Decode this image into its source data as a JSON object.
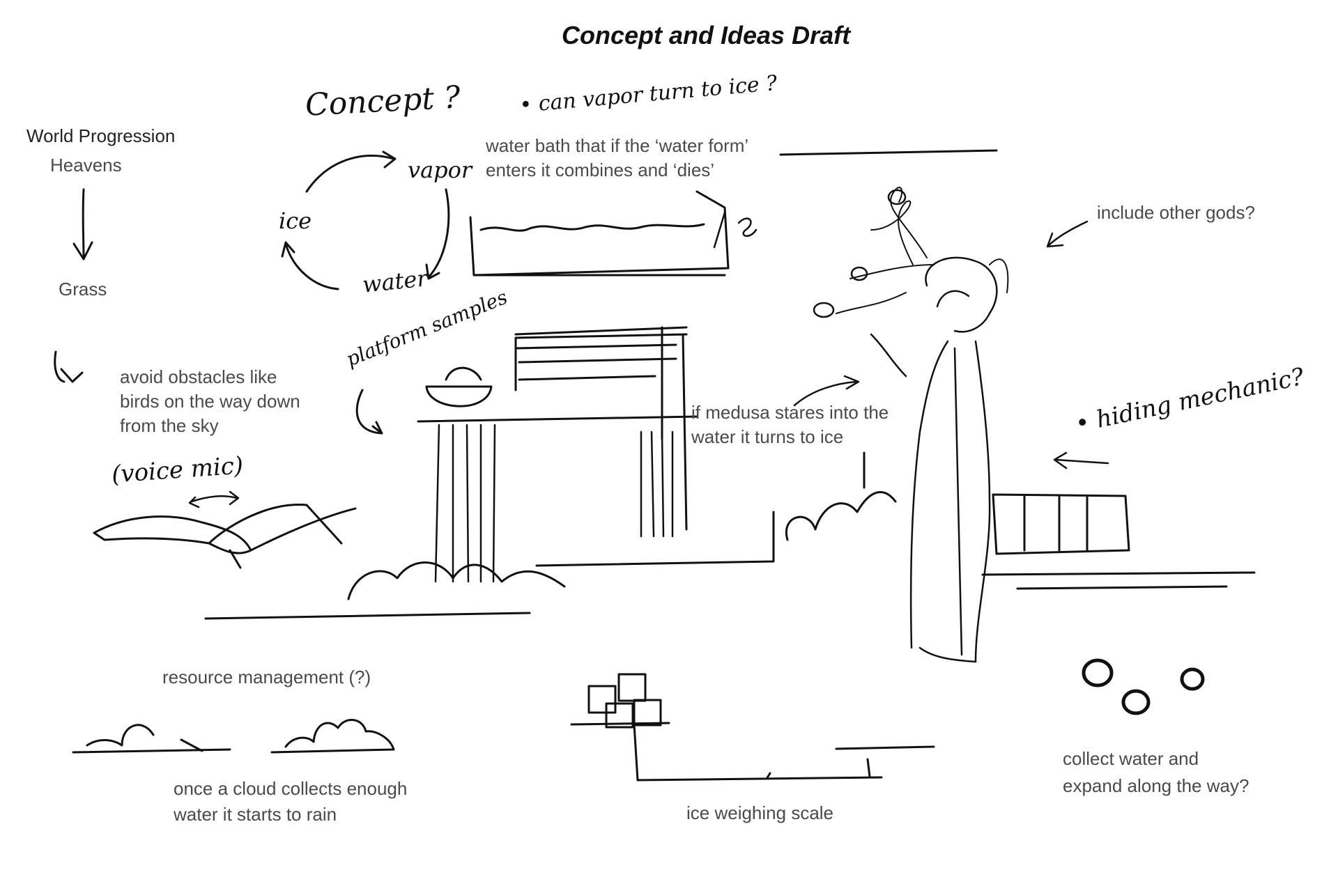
{
  "title": "Concept and Ideas Draft",
  "world_progression": {
    "heading": "World Progression",
    "stages": [
      "Heavens",
      "Grass"
    ]
  },
  "handwritten": {
    "concept": "Concept ?",
    "vapor_question": "• can vapor turn to ice ?",
    "cycle": [
      "vapor",
      "ice",
      "water"
    ],
    "platform_samples": "platform samples",
    "voice_mic": "(voice mic)",
    "hiding_mechanic": "• hiding mechanic?"
  },
  "notes": {
    "water_bath": [
      "water bath that if the ‘water form’",
      "enters it combines and ‘dies’"
    ],
    "include_gods": "include other gods?",
    "avoid_obstacles": [
      "avoid obstacles like",
      "birds on the way down",
      "from the sky"
    ],
    "medusa": [
      "if medusa stares into the",
      "water it turns to ice"
    ],
    "resource": "resource management (?)",
    "cloud": [
      "once a cloud collects enough",
      "water it starts to rain"
    ],
    "scale": "ice weighing scale",
    "collect": [
      "collect water and",
      "expand along the way?"
    ]
  }
}
